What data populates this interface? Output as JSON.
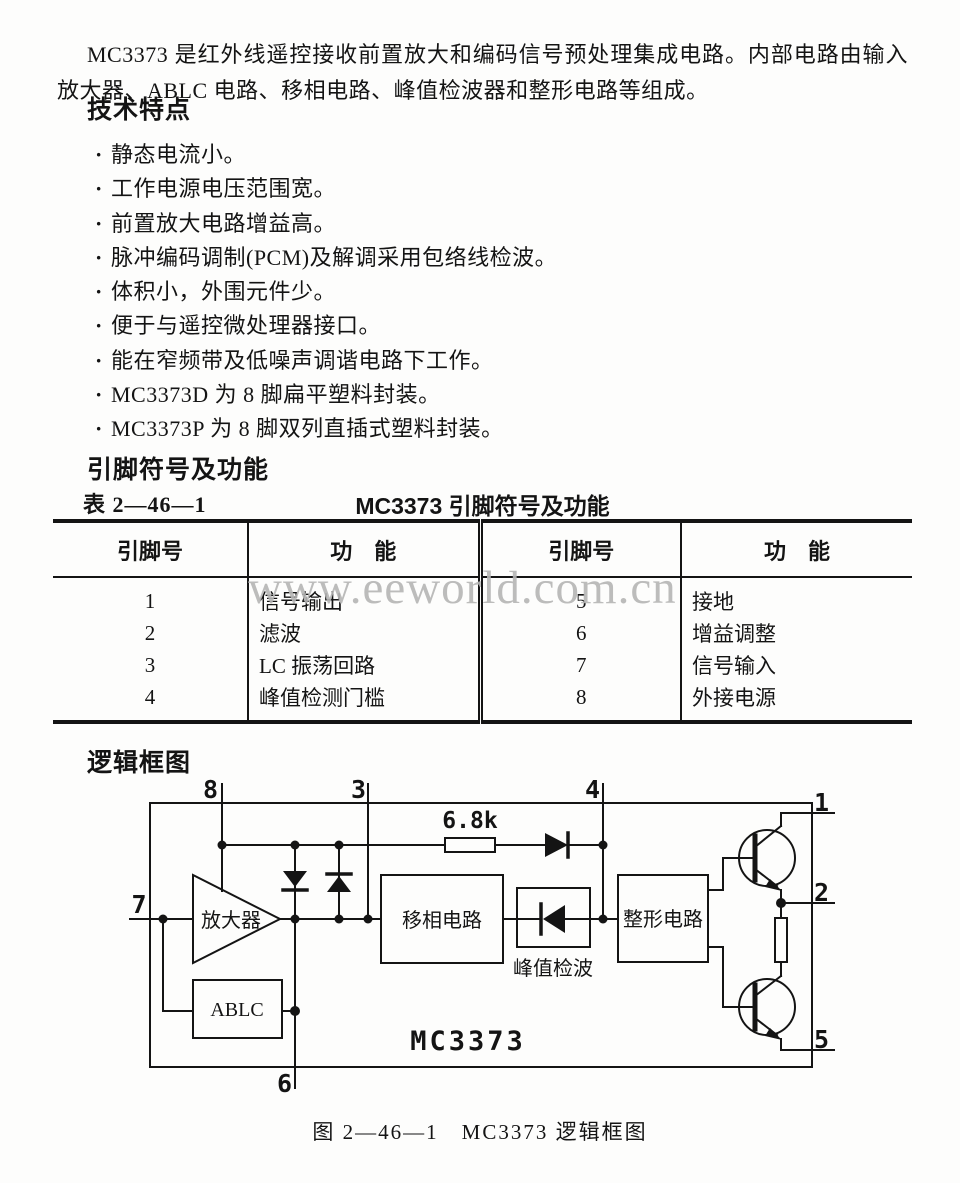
{
  "bullet": "·",
  "intro": "MC3373 是红外线遥控接收前置放大和编码信号预处理集成电路。内部电路由输入放大器、ABLC 电路、移相电路、峰值检波器和整形电路等组成。",
  "sections": {
    "features_heading": "技术特点",
    "pins_heading": "引脚符号及功能",
    "diagram_heading": "逻辑框图"
  },
  "features": [
    "静态电流小。",
    "工作电源电压范围宽。",
    "前置放大电路增益高。",
    "脉冲编码调制(PCM)及解调采用包络线检波。",
    "体积小，外围元件少。",
    "便于与遥控微处理器接口。",
    "能在窄频带及低噪声调谐电路下工作。",
    "MC3373D 为 8 脚扁平塑料封装。",
    "MC3373P 为 8 脚双列直插式塑料封装。"
  ],
  "table": {
    "label": "表 2—46—1",
    "title": "MC3373 引脚符号及功能",
    "headers": [
      "引脚号",
      "功　能",
      "引脚号",
      "功　能"
    ],
    "rows": [
      [
        "1",
        "信号输出",
        "5",
        "接地"
      ],
      [
        "2",
        "滤波",
        "6",
        "增益调整"
      ],
      [
        "3",
        "LC 振荡回路",
        "7",
        "信号输入"
      ],
      [
        "4",
        "峰值检测门槛",
        "8",
        "外接电源"
      ]
    ]
  },
  "watermark": "www.eeworld.com.cn",
  "diagram": {
    "pins": {
      "p1": "1",
      "p2": "2",
      "p3": "3",
      "p4": "4",
      "p5": "5",
      "p6": "6",
      "p7": "7",
      "p8": "8"
    },
    "blocks": {
      "amp": "放大器",
      "ablc": "ABLC",
      "phase": "移相电路",
      "peak": "峰值检波",
      "shape": "整形电路"
    },
    "resistor_label": "6.8k",
    "chip_label": "MC3373"
  },
  "caption": "图 2—46—1　MC3373 逻辑框图"
}
